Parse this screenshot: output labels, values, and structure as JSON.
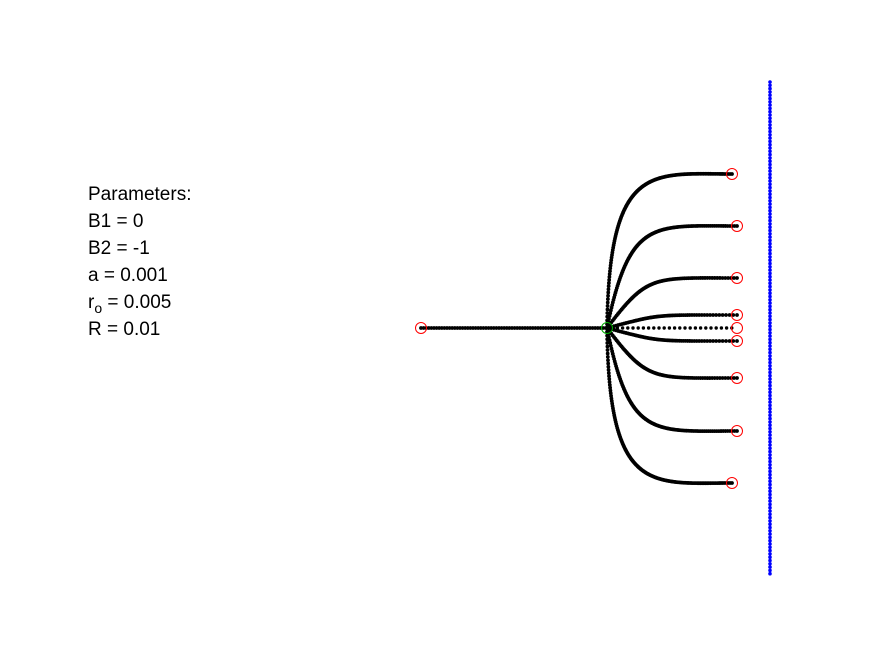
{
  "parameters": {
    "heading": "Parameters:",
    "b1": "B1 = 0",
    "b2": "B2 = -1",
    "a": "a = 0.001",
    "r_o_symbol": "r",
    "r_o_subscript": "o",
    "r_o_value": " = 0.005",
    "R": "R = 0.01"
  },
  "colors": {
    "trajectory_dot": "#000000",
    "endpoint_circle": "#ff0000",
    "junction_circle": "#00aa00",
    "wall_dot": "#0000ff",
    "background": "#ffffff"
  },
  "icons": {
    "endpoint": "red-circle-marker",
    "junction": "green-circle-marker"
  }
}
